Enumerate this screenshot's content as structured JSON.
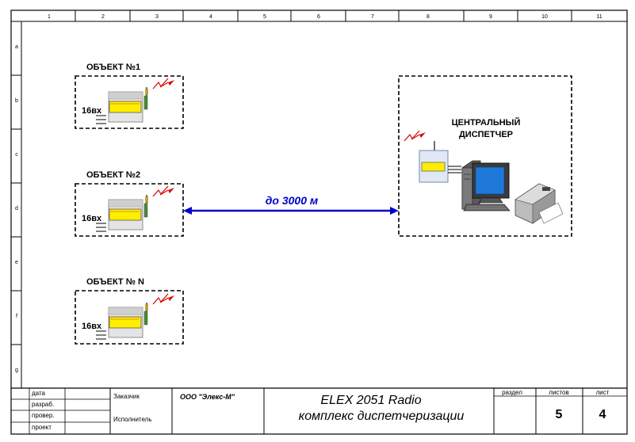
{
  "columns": [
    "1",
    "2",
    "3",
    "4",
    "5",
    "6",
    "7",
    "8",
    "9",
    "10",
    "11"
  ],
  "rows": [
    "a",
    "b",
    "c",
    "d",
    "e",
    "f",
    "g"
  ],
  "objects": [
    {
      "title": "ОБЪЕКТ №1",
      "inputs": "16вх"
    },
    {
      "title": "ОБЪЕКТ №2",
      "inputs": "16вх"
    },
    {
      "title": "ОБЪЕКТ № N",
      "inputs": "16вх"
    }
  ],
  "central": {
    "line1": "ЦЕНТРАЛЬНЫЙ",
    "line2": "ДИСПЕТЧЕР"
  },
  "link": {
    "distance": "до 3000 м"
  },
  "titleblock": {
    "label_date": "дата",
    "label_dev": "разраб.",
    "label_check": "провер.",
    "label_project": "проект",
    "label_customer": "Заказчик",
    "label_executor": "Исполнитель",
    "company": "ООО \"Элекс-М\"",
    "title_line1": "ELEX 2051 Radio",
    "title_line2": "комплекс диспетчеризации",
    "label_section": "раздел",
    "label_sheets": "листов",
    "label_sheet": "лист",
    "sheets_value": "5",
    "sheet_value": "4"
  },
  "colors": {
    "link": "#0000cc",
    "signal": "#dd0000",
    "lcd": "#ffee00",
    "monitor_screen": "#1e78d8"
  }
}
